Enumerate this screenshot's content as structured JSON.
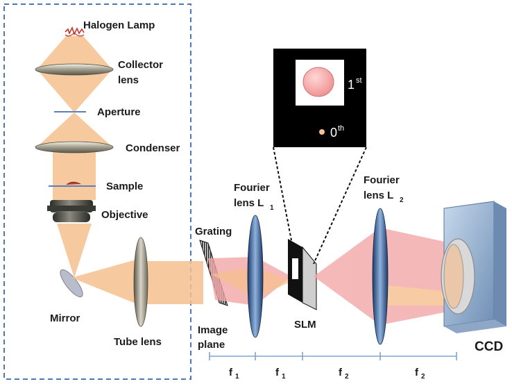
{
  "labels": {
    "halogen_lamp": "Halogen Lamp",
    "collector_line1": "Collector",
    "collector_line2": "lens",
    "aperture": "Aperture",
    "condenser": "Condenser",
    "sample": "Sample",
    "objective": "Objective",
    "mirror": "Mirror",
    "tube_lens": "Tube lens",
    "grating": "Grating",
    "image_plane_line1": "Image",
    "image_plane_line2": "plane",
    "fourier1_line1": "Fourier",
    "fourier1_line2": "lens L",
    "fourier1_sub": "1",
    "fourier2_line1": "Fourier",
    "fourier2_line2": "lens L",
    "fourier2_sub": "2",
    "slm": "SLM",
    "ccd": "CCD"
  },
  "inset": {
    "first_order": "1",
    "first_order_sup": "st",
    "zero_order": "0",
    "zero_order_sup": "th"
  },
  "distances": [
    {
      "main": "f",
      "sub": "1"
    },
    {
      "main": "f",
      "sub": "1"
    },
    {
      "main": "f",
      "sub": "2"
    },
    {
      "main": "f",
      "sub": "2"
    }
  ],
  "colors": {
    "beam_orange": "#f6c08f",
    "beam_pink": "#f3a7a7",
    "lens_gray": "#8a8676",
    "frame_blue": "#4f77b3",
    "inset_bg": "#000000",
    "ccd_blue": "#9bb9d8"
  }
}
